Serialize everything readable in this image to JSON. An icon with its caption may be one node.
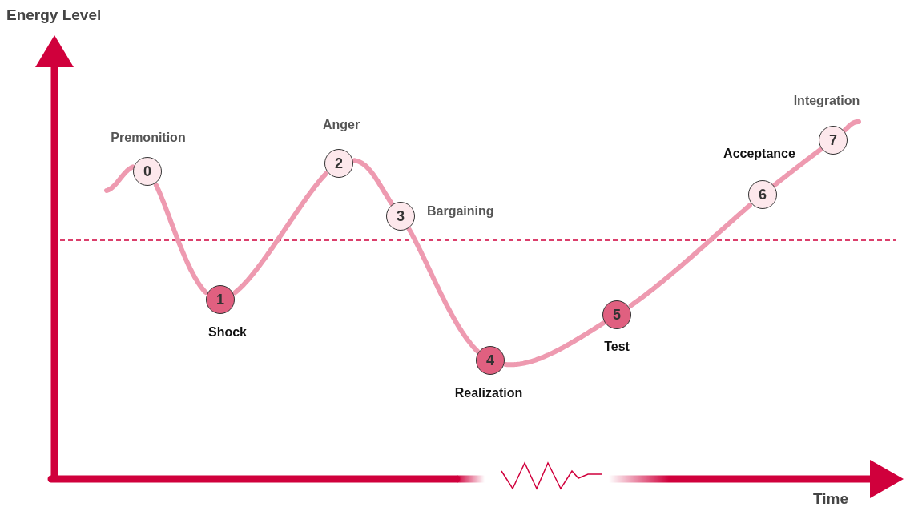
{
  "diagram": {
    "nodes": [
      {
        "text": [
          "0"
        ],
        "beside": [
          "Premonition"
        ]
      },
      {
        "text": [
          "1"
        ],
        "beside": [
          "Shock"
        ]
      },
      {
        "text": [
          "2"
        ],
        "beside": [
          "Anger"
        ]
      },
      {
        "text": [
          "3"
        ],
        "beside": [
          "Bargaining"
        ]
      },
      {
        "text": [
          "4"
        ],
        "beside": [
          "Realization"
        ]
      },
      {
        "text": [
          "5"
        ],
        "beside": [
          "Test"
        ]
      },
      {
        "text": [
          "6"
        ],
        "beside": [
          "Acceptance"
        ]
      },
      {
        "text": [
          "7"
        ],
        "beside": [
          "Integration"
        ]
      }
    ],
    "edges": [
      {
        "from": null,
        "to": 0,
        "arrow": "none"
      },
      {
        "from": 0,
        "to": 1,
        "arrow": "none"
      },
      {
        "from": 1,
        "to": 2,
        "arrow": "none"
      },
      {
        "from": 2,
        "to": 3,
        "arrow": "none"
      },
      {
        "from": 3,
        "to": 4,
        "arrow": "none"
      },
      {
        "from": 4,
        "to": 5,
        "arrow": "none"
      },
      {
        "from": 5,
        "to": 6,
        "arrow": "none"
      },
      {
        "from": 6,
        "to": 7,
        "arrow": "none"
      },
      {
        "from": 7,
        "to": null,
        "arrow": "none"
      }
    ],
    "labels": [
      "Energy Level",
      "Time"
    ]
  }
}
